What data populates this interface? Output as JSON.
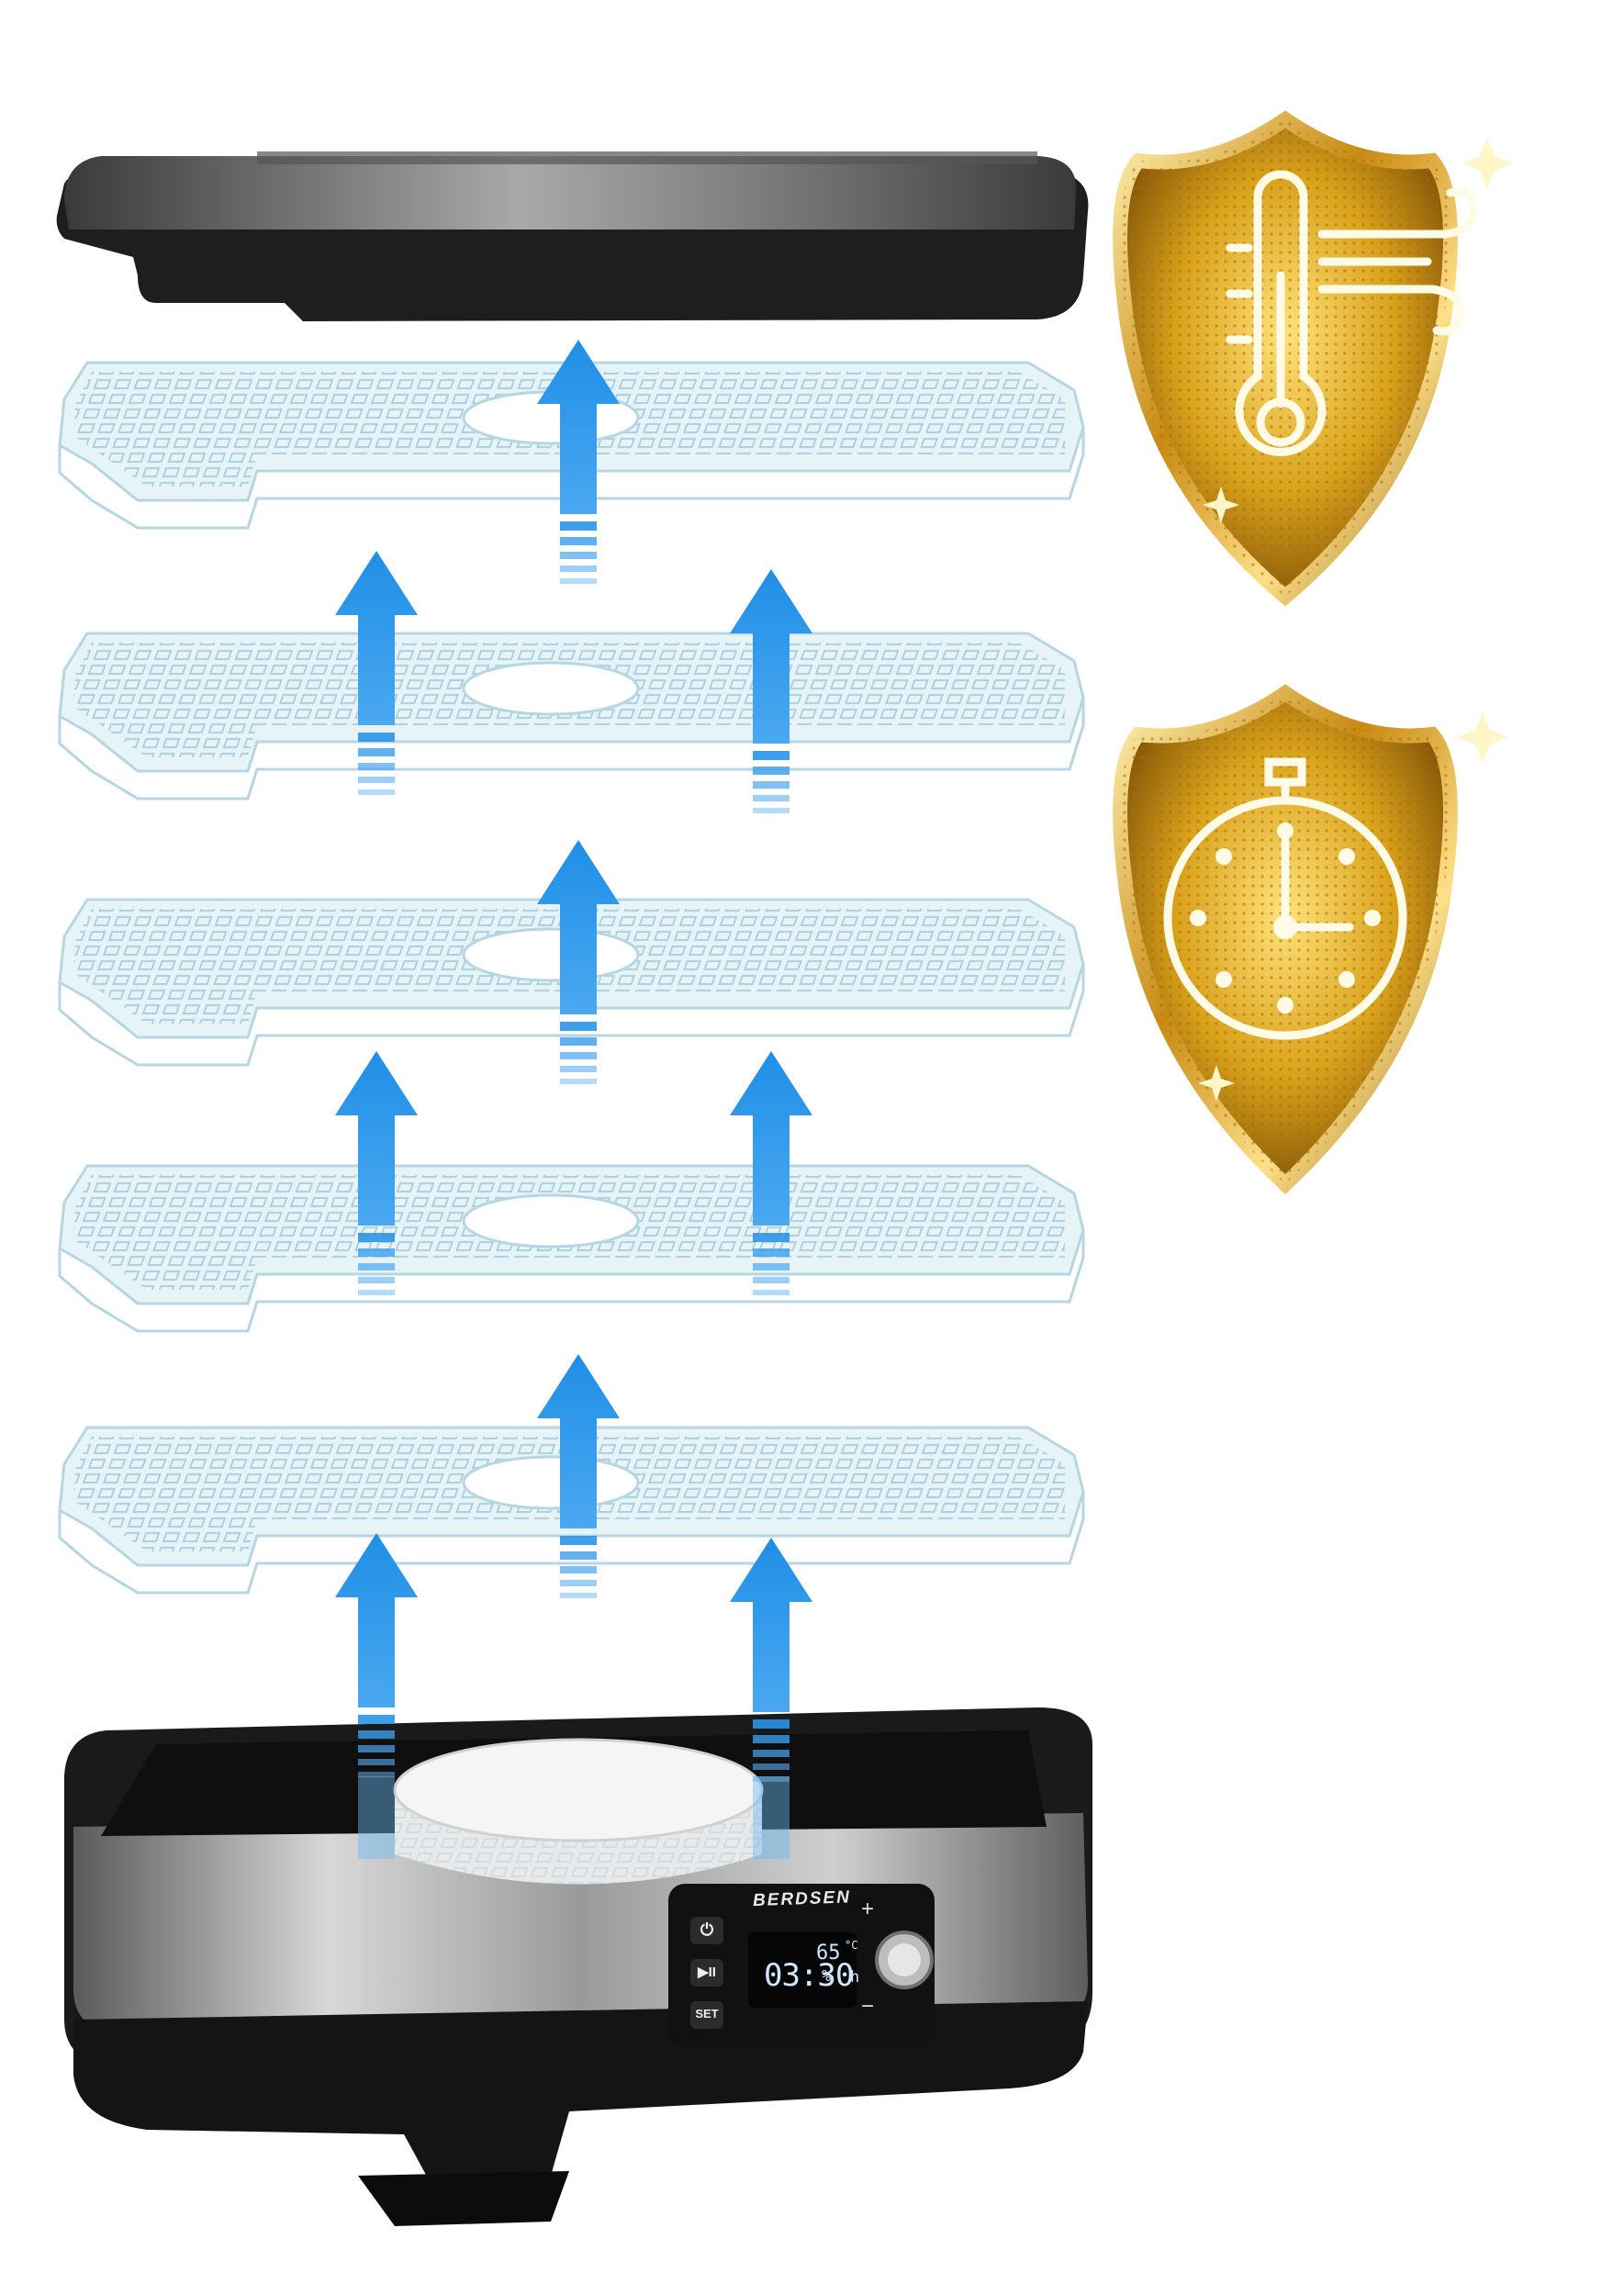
{
  "device": {
    "brand": "BERDSEN",
    "display": {
      "time": "03:30",
      "time_unit": "h",
      "temperature": "65",
      "temperature_unit": "°C",
      "humidity_symbol": "%"
    },
    "buttons": {
      "power_symbol": "⏻",
      "play_pause_symbol": "▶II",
      "set_label": "SET"
    },
    "knob": {
      "plus_symbol": "+",
      "minus_symbol": "−"
    },
    "tray_count": 5
  },
  "badges": [
    {
      "icon": "thermometer-wind-icon"
    },
    {
      "icon": "stopwatch-icon"
    }
  ],
  "colors": {
    "airflow_arrow": "#1f8fe6",
    "badge_gold": "#d9a21b",
    "lid": "#2b2b2b",
    "tray": "#d6eef4"
  }
}
